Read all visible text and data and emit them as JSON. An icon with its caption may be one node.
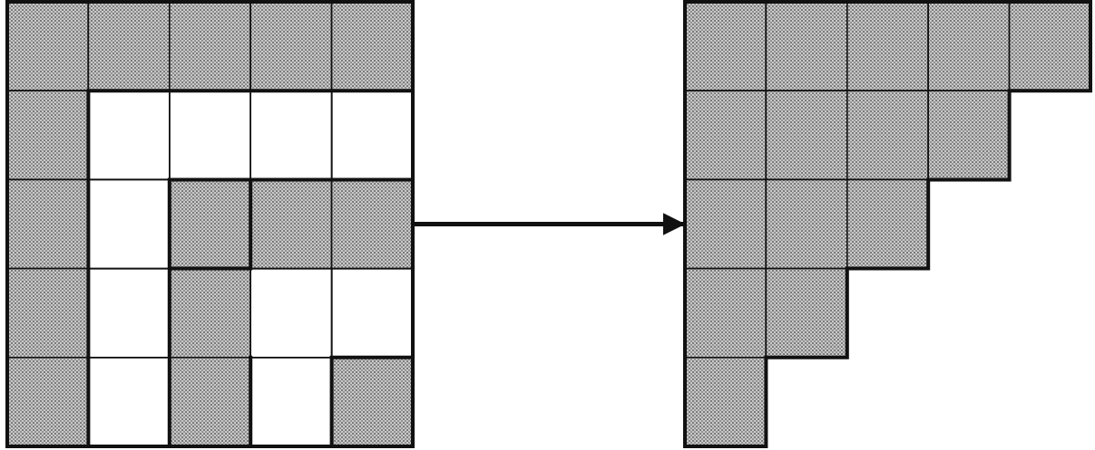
{
  "diagram": {
    "nodes": [
      {
        "text": [],
        "shape": "grid"
      },
      {
        "text": [],
        "shape": "grid"
      }
    ],
    "edges": [
      {
        "from": 0,
        "to": 1,
        "arrow": "to"
      }
    ]
  }
}
